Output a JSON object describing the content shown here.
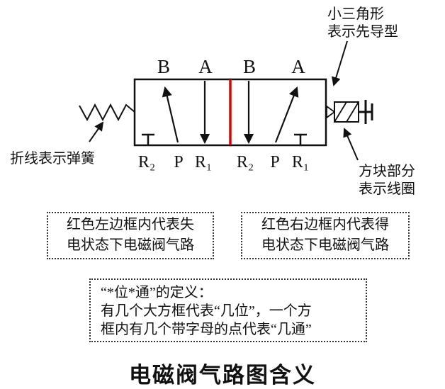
{
  "diagram": {
    "top_ports": [
      "B",
      "A",
      "B",
      "A"
    ],
    "bottom_ports": [
      "R₂",
      "P",
      "R₁",
      "R₂",
      "P",
      "R₁"
    ],
    "red_divider_color": "#dd0000"
  },
  "annotations": {
    "spring": "折线表示弹簧",
    "pilot_line1": "小三角形",
    "pilot_line2": "表示先导型",
    "coil_line1": "方块部分",
    "coil_line2": "表示线圈"
  },
  "notes": {
    "deenergized_line1": "红色左边框内代表失",
    "deenergized_line2": "电状态下电磁阀气路",
    "energized_line1": "红色右边框内代表得",
    "energized_line2": "电状态下电磁阀气路",
    "definition_line1": "“*位*通”的定义：",
    "definition_line2": "有几个大方框代表“几位”，一个方",
    "definition_line3": "框内有几个带字母的点代表“几通”"
  },
  "title": "电磁阀气路图含义"
}
